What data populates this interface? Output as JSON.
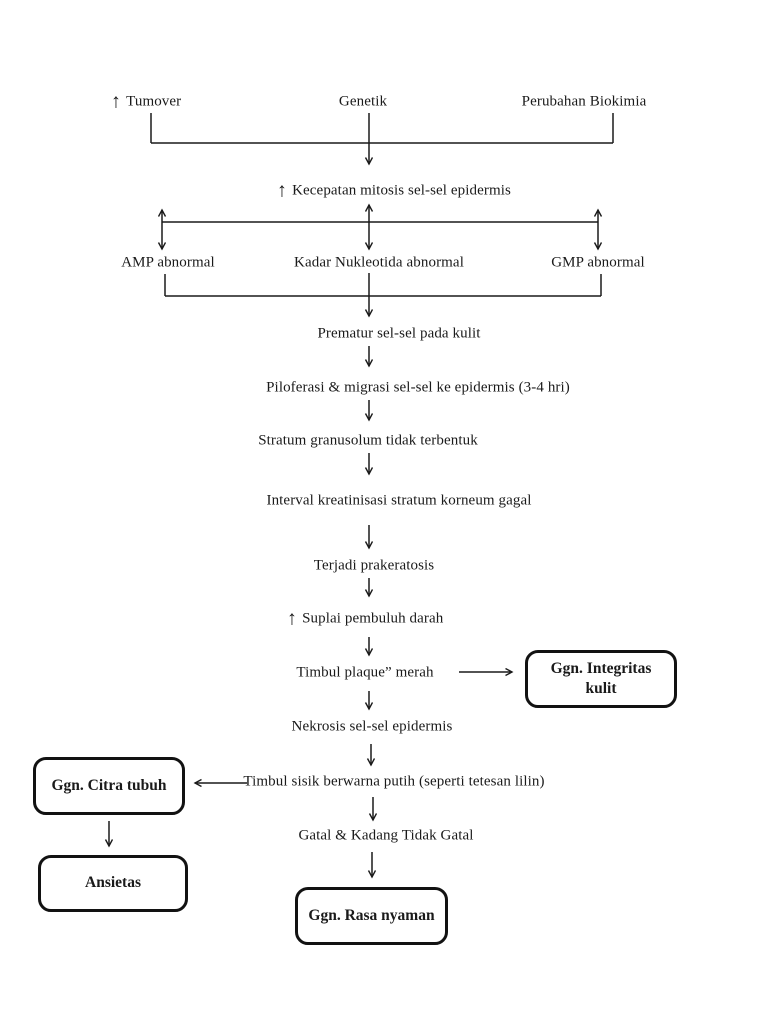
{
  "page": {
    "background": "#ffffff",
    "ink": "#1a1a1a"
  },
  "diagram": {
    "type": "flowchart",
    "language": "Indonesian",
    "icons": {
      "up_arrow": "↑"
    },
    "nodes": {
      "turnover": "Tumover",
      "genetik": "Genetik",
      "perubahan_biokimia": "Perubahan Biokimia",
      "kecepatan_mitosis": "Kecepatan mitosis sel-sel epidermis",
      "amp_abnormal": "AMP abnormal",
      "kadar_nukleotida": "Kadar Nukleotida abnormal",
      "gmp_abnormal": "GMP abnormal",
      "prematur": "Prematur sel-sel pada kulit",
      "piloferasi": "Piloferasi & migrasi sel-sel ke epidermis (3-4 hri)",
      "stratum": "Stratum granusolum tidak terbentuk",
      "interval": "Interval kreatinisasi stratum korneum gagal",
      "terjadi_prakeratosis": "Terjadi prakeratosis",
      "suplai_darah": "Suplai pembuluh darah",
      "timbul_plaque": "Timbul plaque” merah",
      "nekrosis": "Nekrosis sel-sel epidermis",
      "timbul_sisik": "Timbul sisik berwarna putih (seperti tetesan lilin)",
      "gatal": "Gatal & Kadang Tidak Gatal",
      "ggn_integritas": "Ggn. Integritas kulit",
      "ggn_citra": "Ggn. Citra tubuh",
      "ansietas": "Ansietas",
      "ggn_rasa_nyaman": "Ggn. Rasa nyaman"
    },
    "edges": [
      {
        "from": "Tumover",
        "to": "Kecepatan mitosis sel-sel epidermis"
      },
      {
        "from": "Genetik",
        "to": "Kecepatan mitosis sel-sel epidermis"
      },
      {
        "from": "Perubahan Biokimia",
        "to": "Kecepatan mitosis sel-sel epidermis"
      },
      {
        "from": "Kecepatan mitosis sel-sel epidermis",
        "to": "AMP abnormal",
        "bidirectional": true
      },
      {
        "from": "Kecepatan mitosis sel-sel epidermis",
        "to": "Kadar Nukleotida abnormal",
        "bidirectional": true
      },
      {
        "from": "Kecepatan mitosis sel-sel epidermis",
        "to": "GMP abnormal",
        "bidirectional": true
      },
      {
        "from": "AMP abnormal, Kadar Nukleotida abnormal, GMP abnormal",
        "to": "Prematur sel-sel pada kulit"
      },
      {
        "from": "Prematur sel-sel pada kulit",
        "to": "Piloferasi & migrasi sel-sel ke epidermis (3-4 hri)"
      },
      {
        "from": "Piloferasi & migrasi sel-sel ke epidermis (3-4 hri)",
        "to": "Stratum granusolum tidak terbentuk"
      },
      {
        "from": "Stratum granusolum tidak terbentuk",
        "to": "Interval kreatinisasi stratum korneum gagal"
      },
      {
        "from": "Interval kreatinisasi stratum korneum gagal",
        "to": "Terjadi prakeratosis"
      },
      {
        "from": "Terjadi prakeratosis",
        "to": "Suplai pembuluh darah"
      },
      {
        "from": "Suplai pembuluh darah",
        "to": "Timbul plaque” merah"
      },
      {
        "from": "Timbul plaque” merah",
        "to": "Ggn. Integritas kulit"
      },
      {
        "from": "Timbul plaque” merah",
        "to": "Nekrosis sel-sel epidermis"
      },
      {
        "from": "Nekrosis sel-sel epidermis",
        "to": "Timbul sisik berwarna putih (seperti tetesan lilin)"
      },
      {
        "from": "Timbul sisik berwarna putih (seperti tetesan lilin)",
        "to": "Ggn. Citra tubuh"
      },
      {
        "from": "Timbul sisik berwarna putih (seperti tetesan lilin)",
        "to": "Gatal & Kadang Tidak Gatal"
      },
      {
        "from": "Ggn. Citra tubuh",
        "to": "Ansietas"
      },
      {
        "from": "Gatal & Kadang Tidak Gatal",
        "to": "Ggn. Rasa nyaman"
      }
    ]
  }
}
